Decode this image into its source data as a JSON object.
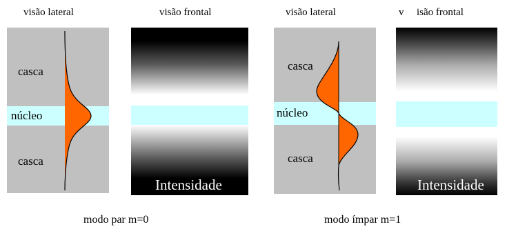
{
  "left": {
    "side_header": "visão lateral",
    "front_header": "visão frontal",
    "cladding_top": "casca",
    "core": "núcleo",
    "cladding_bottom": "casca",
    "intensity": "Intensidade",
    "mode_caption": "modo par  m=0"
  },
  "right": {
    "side_header": "visão lateral",
    "front_header_v": "v",
    "front_header_rest": "isão frontal",
    "cladding_top": "casca",
    "core": "núcleo",
    "cladding_bottom": "casca",
    "intensity": "Intensidade",
    "mode_caption": "modo ímpar  m=1"
  },
  "colors": {
    "cladding": "#c0c0c0",
    "core": "#ccffff",
    "mode_fill": "#ff6600",
    "intensity_dark": "#000000",
    "intensity_bright": "#ffffff"
  }
}
